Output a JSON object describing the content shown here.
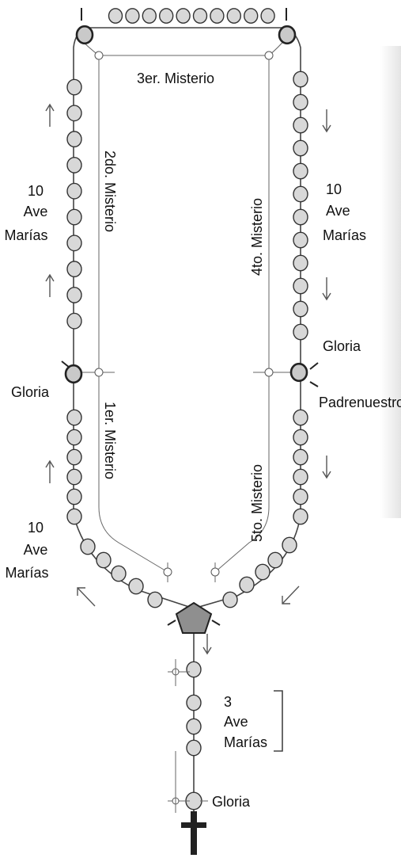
{
  "mysteries": {
    "first": "1er. Misterio",
    "second": "2do. Misterio",
    "third": "3er. Misterio",
    "fourth": "4to. Misterio",
    "fifth": "5to. Misterio"
  },
  "labels": {
    "left_top_count": "10",
    "left_top_ave": "Ave",
    "left_top_marias": "Marías",
    "right_top_count": "10",
    "right_top_ave": "Ave",
    "right_top_marias": "Marías",
    "left_bottom_count": "10",
    "left_bottom_ave": "Ave",
    "left_bottom_marias": "Marías",
    "gloria_left": "Gloria",
    "gloria_right": "Gloria",
    "padrenuestro": "Padrenuestro",
    "pendant_count": "3",
    "pendant_ave": "Ave",
    "pendant_marias": "Marías",
    "pendant_gloria": "Gloria"
  }
}
